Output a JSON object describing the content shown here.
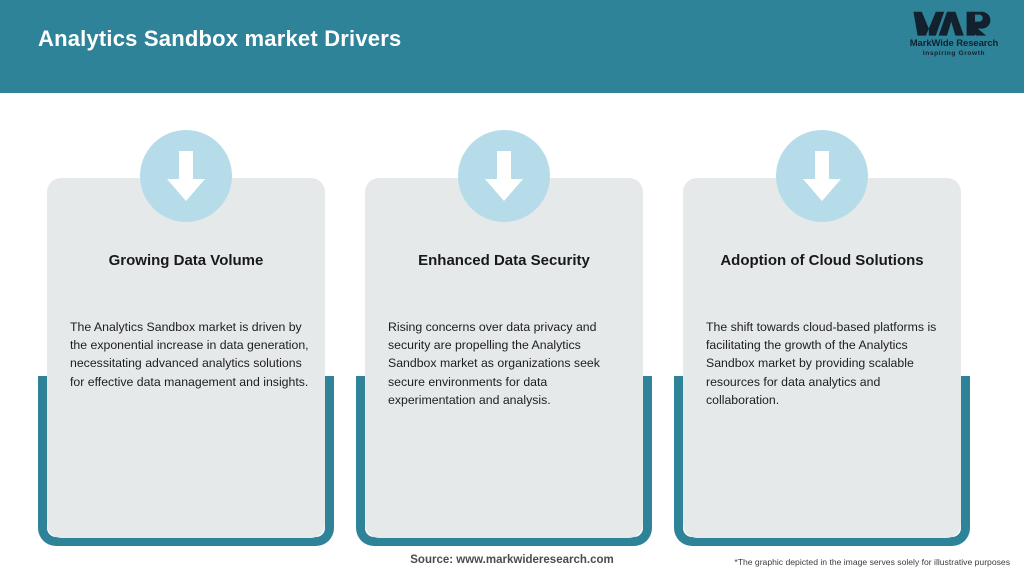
{
  "header": {
    "title": "Analytics Sandbox market Drivers",
    "bg_color": "#2e8399",
    "title_color": "#ffffff"
  },
  "logo": {
    "mark": "MWR",
    "name": "MarkWide Research",
    "tagline": "Inspiring Growth"
  },
  "cards": [
    {
      "icon": "down-arrow-icon",
      "title": "Growing Data Volume",
      "body": "The Analytics Sandbox market is driven by the exponential increase in data generation, necessitating advanced analytics solutions for effective data management and insights."
    },
    {
      "icon": "down-arrow-icon",
      "title": "Enhanced Data Security",
      "body": "Rising concerns over data privacy and security are propelling the Analytics Sandbox market as organizations seek secure environments for data experimentation and analysis."
    },
    {
      "icon": "down-arrow-icon",
      "title": "Adoption of Cloud Solutions",
      "body": "The shift towards cloud-based platforms is facilitating the growth of the Analytics Sandbox market by providing scalable resources for data analytics and collaboration."
    }
  ],
  "footer": {
    "source": "Source: www.markwideresearch.com",
    "disclaimer": "*The graphic depicted in the image serves solely for illustrative purposes"
  },
  "colors": {
    "accent_teal": "#2e8399",
    "card_bg": "#e6e9ea",
    "icon_circle": "#b6dcea",
    "arrow": "#ffffff",
    "page_bg": "#ffffff"
  }
}
